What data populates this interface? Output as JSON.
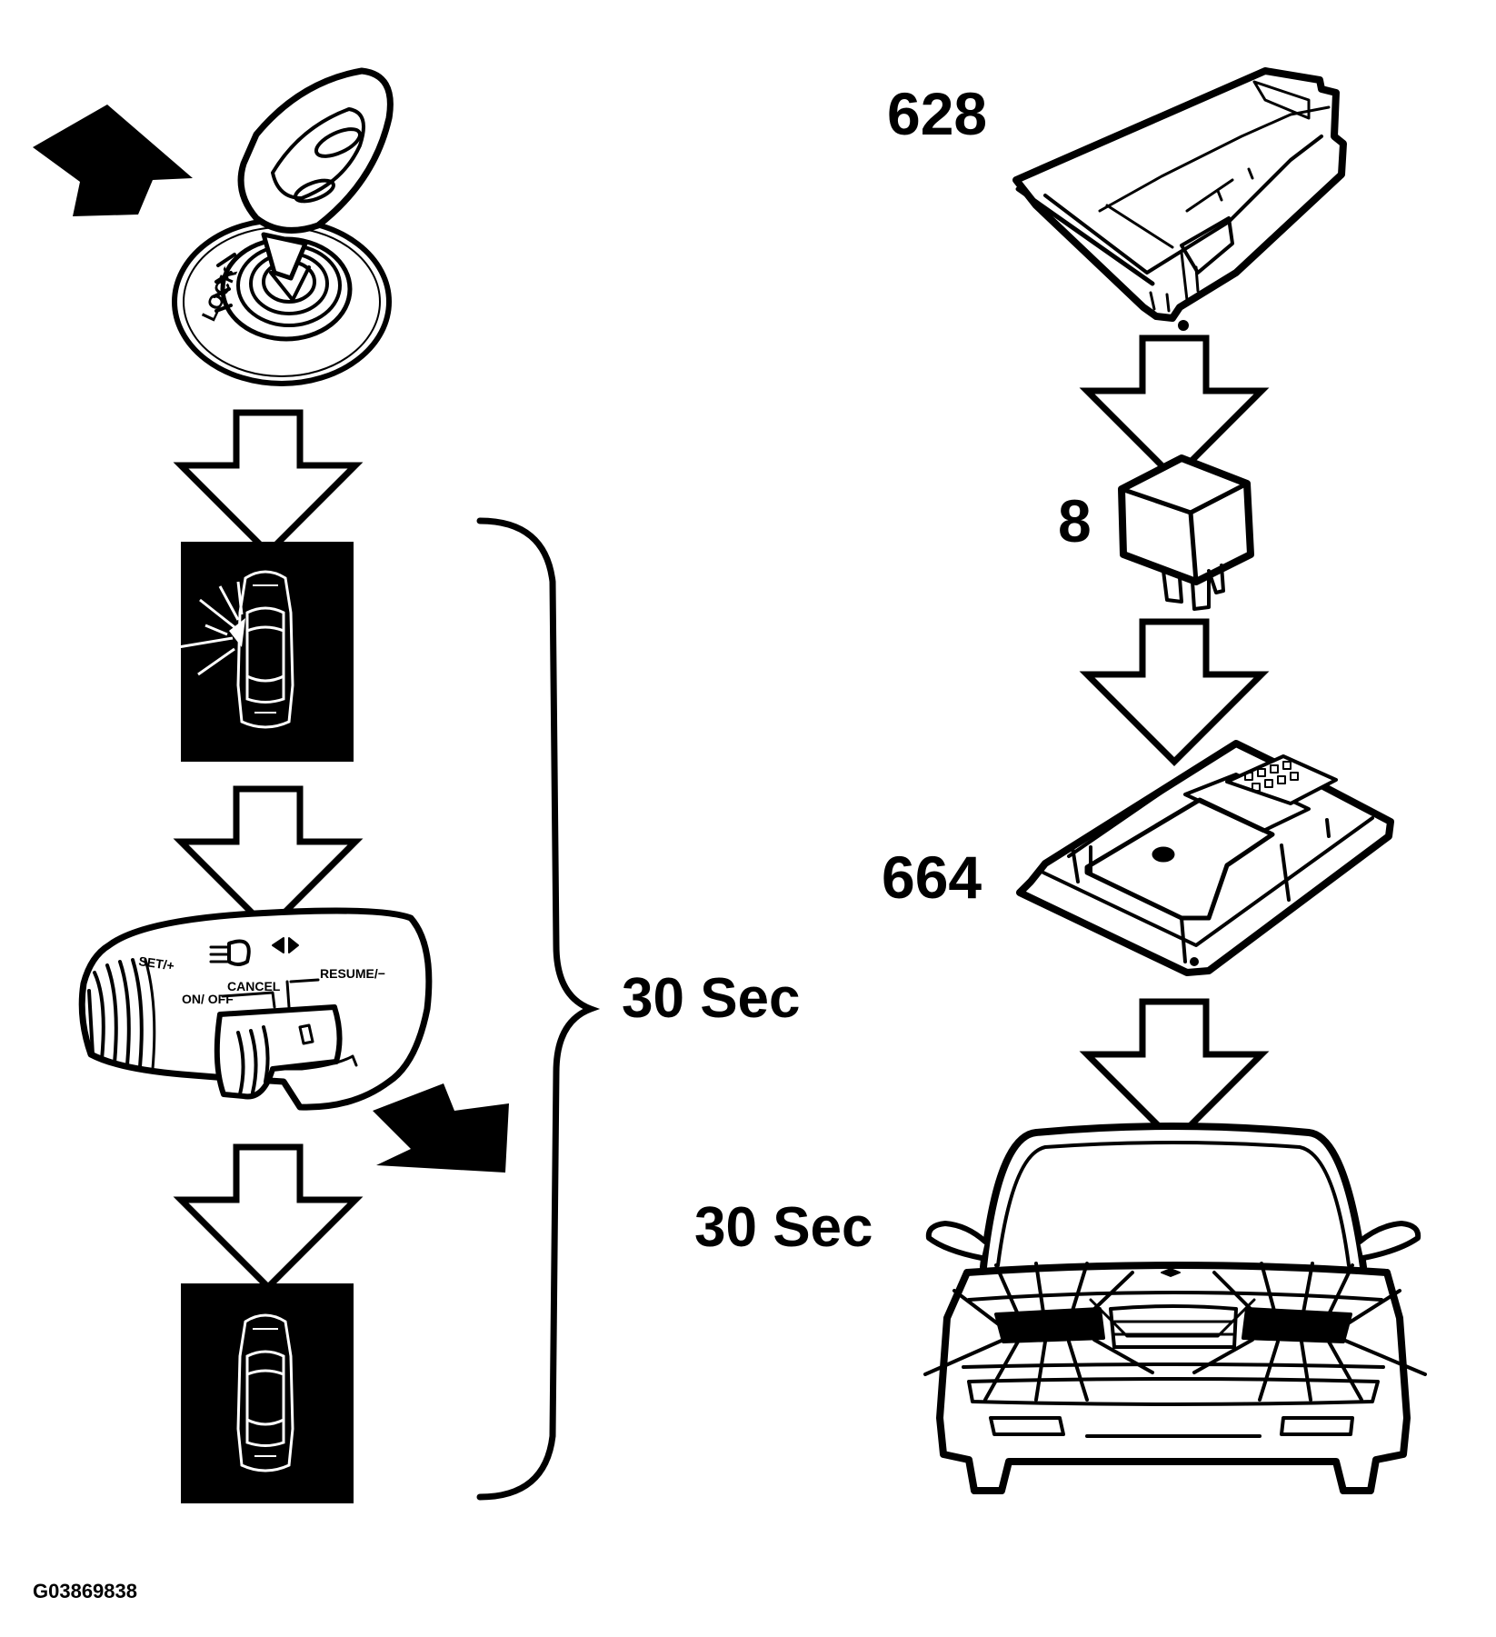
{
  "labels": {
    "timer_left": "30 Sec",
    "timer_right": "30 Sec",
    "module_top": "628",
    "relay": "8",
    "module_bottom": "664",
    "figure_code": "G03869838"
  },
  "switch_text": {
    "set": "SET/+",
    "on_off": "ON/ OFF",
    "cancel": "CANCEL",
    "resume": "RESUME/−"
  },
  "ignition_text": {
    "lock": "LOCK"
  },
  "colors": {
    "line": "#000000",
    "background": "#ffffff",
    "panel": "#000000",
    "panel_line": "#ffffff"
  }
}
